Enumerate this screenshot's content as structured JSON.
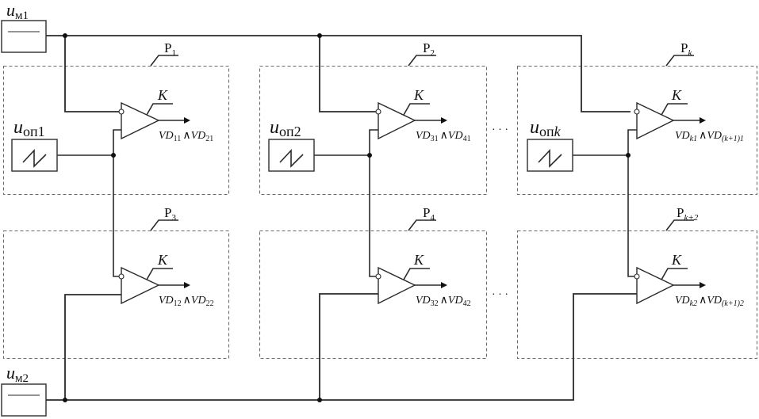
{
  "sources": {
    "modulating_1": {
      "symbol": "u",
      "subscript": "м1"
    },
    "modulating_2": {
      "symbol": "u",
      "subscript": "м2"
    }
  },
  "blocks": [
    {
      "id": "P1",
      "label_main": "P",
      "label_sub": "1",
      "comparator": "K",
      "output_a": "VD",
      "output_a_sub": "11",
      "output_op": "∧",
      "output_b": "VD",
      "output_b_sub": "21",
      "reference": {
        "symbol": "u",
        "subscript": "оп1"
      }
    },
    {
      "id": "P2",
      "label_main": "P",
      "label_sub": "2",
      "comparator": "K",
      "output_a": "VD",
      "output_a_sub": "31",
      "output_op": "∧",
      "output_b": "VD",
      "output_b_sub": "41",
      "reference": {
        "symbol": "u",
        "subscript": "оп2"
      }
    },
    {
      "id": "Pk",
      "label_main": "P",
      "label_sub": "k",
      "comparator": "K",
      "output_a": "VD",
      "output_a_sub": "k1",
      "output_op": "∧",
      "output_b": "VD",
      "output_b_sub": "(k+1)1",
      "reference": {
        "symbol": "u",
        "subscript": "оп",
        "subscript_italic": "k"
      }
    },
    {
      "id": "P3",
      "label_main": "P",
      "label_sub": "3",
      "comparator": "K",
      "output_a": "VD",
      "output_a_sub": "12",
      "output_op": "∧",
      "output_b": "VD",
      "output_b_sub": "22"
    },
    {
      "id": "P4",
      "label_main": "P",
      "label_sub": "4",
      "comparator": "K",
      "output_a": "VD",
      "output_a_sub": "32",
      "output_op": "∧",
      "output_b": "VD",
      "output_b_sub": "42"
    },
    {
      "id": "Pk2",
      "label_main": "P",
      "label_sub": "k+2",
      "comparator": "K",
      "output_a": "VD",
      "output_a_sub": "k2",
      "output_op": "∧",
      "output_b": "VD",
      "output_b_sub": "(k+1)2"
    }
  ],
  "ellipsis": "· · ·",
  "colors": {
    "line": "#2a2a2a",
    "dashed_border": "#6a6a6a",
    "background": "#ffffff"
  }
}
